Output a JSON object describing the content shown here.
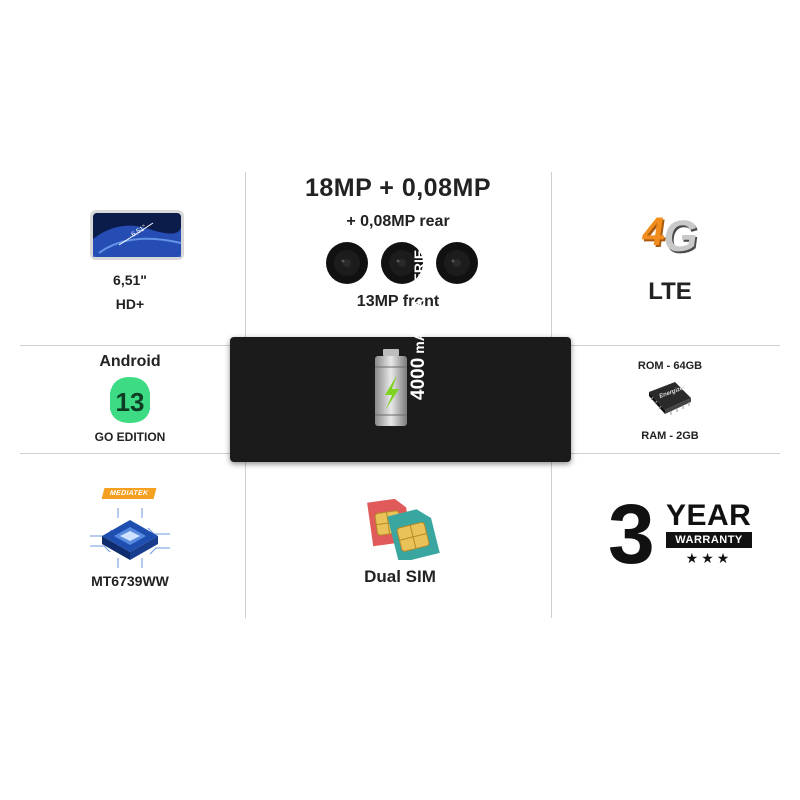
{
  "screen": {
    "size": "6,51\"",
    "line2": "HD+",
    "phone_text": "6,51\""
  },
  "camera": {
    "main": "18MP + 0,08MP",
    "rear": "+ 0,08MP rear",
    "front": "13MP front"
  },
  "network": {
    "badge": "4G",
    "label": "LTE"
  },
  "os": {
    "name": "Android",
    "version": "13",
    "edition": "GO EDITION"
  },
  "battery": {
    "capacity": "4000",
    "unit": "mAh BATTERIE"
  },
  "memory": {
    "rom": "ROM - 64GB",
    "chip_brand": "Energizer",
    "ram": "RAM - 2GB"
  },
  "cpu": {
    "brand": "MEDIATEK",
    "model": "MT6739WW"
  },
  "sim": {
    "label": "Dual SIM"
  },
  "warranty": {
    "number": "3",
    "year": "YEAR",
    "label": "WARRANTY",
    "stars": "★★★"
  },
  "colors": {
    "battery_bg": "#1b1b1b",
    "android_green": "#3ddc84",
    "brand_orange": "#f5a021",
    "four_g_orange": "#f28c1c",
    "screen_blue": "#1f3d8a"
  },
  "icons": [
    "phone-screen-icon",
    "camera-lens-icon",
    "4g-lte-icon",
    "android-13-icon",
    "battery-icon",
    "memory-chip-icon",
    "cpu-chip-icon",
    "sim-card-icon"
  ]
}
